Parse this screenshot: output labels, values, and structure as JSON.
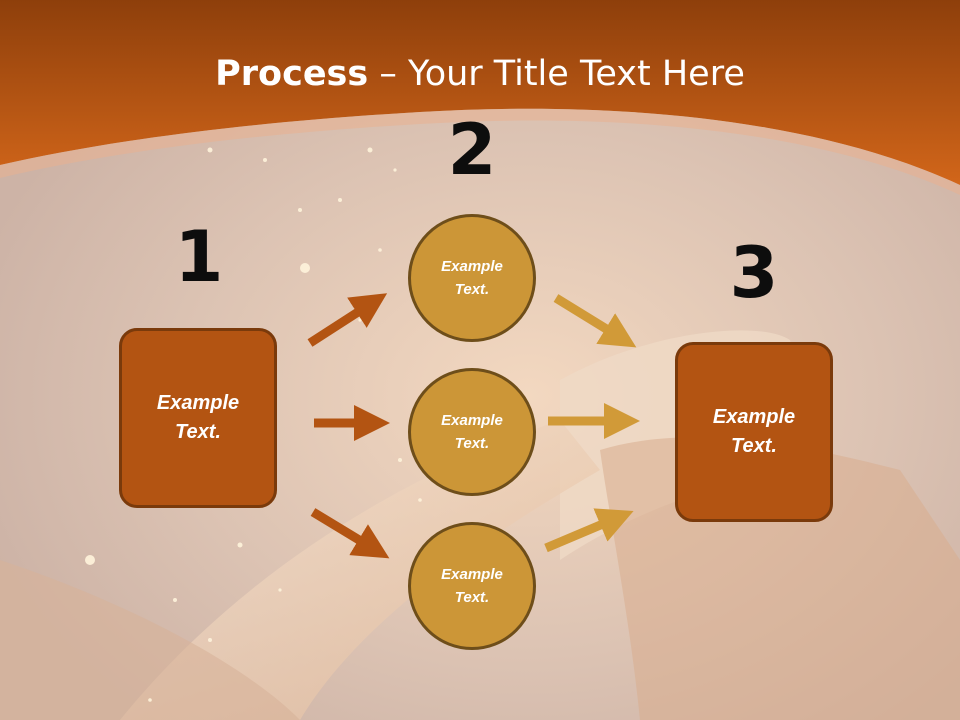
{
  "title": {
    "bold": "Process",
    "rest": " – Your Title Text Here"
  },
  "steps": [
    {
      "number": "1",
      "line1": "Example",
      "line2": "Text."
    },
    {
      "number": "2"
    },
    {
      "number": "3",
      "line1": "Example",
      "line2": "Text."
    }
  ],
  "circles": [
    {
      "line1": "Example",
      "line2": "Text."
    },
    {
      "line1": "Example",
      "line2": "Text."
    },
    {
      "line1": "Example",
      "line2": "Text."
    }
  ],
  "colors": {
    "banner": "#c45e14",
    "box_fill": "#b35412",
    "circle_fill": "#cc9637",
    "arrow_left": "#b35412",
    "arrow_right": "#d19a38"
  }
}
